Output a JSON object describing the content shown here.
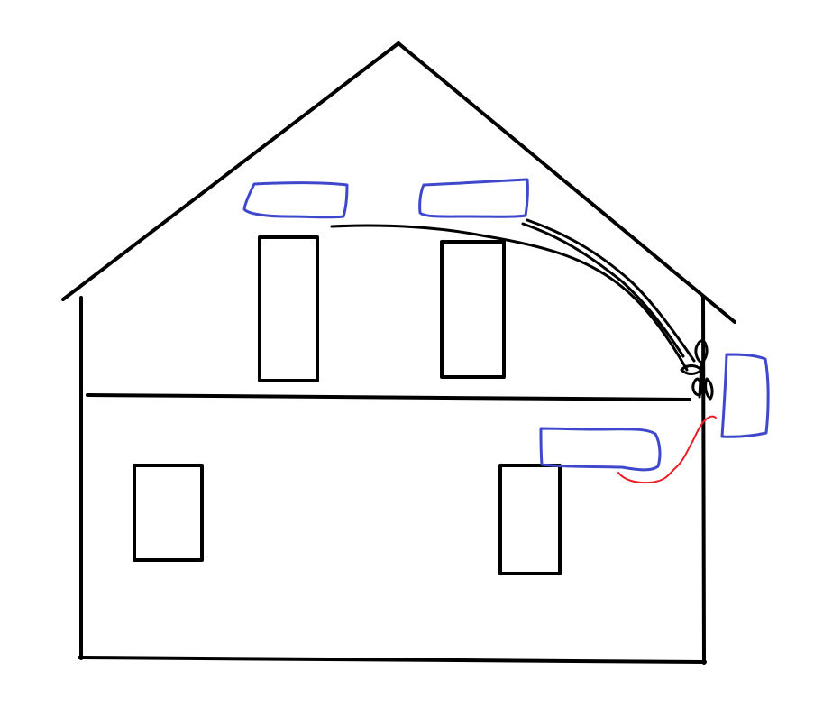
{
  "colors": {
    "background": "#ffffff",
    "structure": "#000000",
    "indoor_unit": "#3f48cc",
    "outdoor_unit": "#3f48cc",
    "refrigerant_pipe": "#000000",
    "power_cable": "#ed1c24"
  },
  "diagram": {
    "parts": [
      "house-outline",
      "roof",
      "floor-divider",
      "upper-windows",
      "lower-windows",
      "upper-indoor-units",
      "lower-indoor-unit",
      "outdoor-unit",
      "refrigerant-lines",
      "valve-junction",
      "power-cable"
    ],
    "counts": {
      "upper_windows": 2,
      "lower_windows": 2,
      "indoor_units": 3,
      "outdoor_units": 1
    }
  }
}
